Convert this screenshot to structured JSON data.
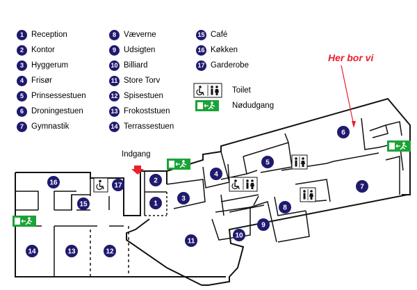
{
  "colors": {
    "navy": "#1f1a6e",
    "exit_green": "#1aa336",
    "accent_red": "#e8202a",
    "wall": "#111111"
  },
  "legend": [
    {
      "num": "1",
      "label": "Reception"
    },
    {
      "num": "2",
      "label": "Kontor"
    },
    {
      "num": "3",
      "label": "Hyggerum"
    },
    {
      "num": "4",
      "label": "Frisør"
    },
    {
      "num": "5",
      "label": "Prinsessestuen"
    },
    {
      "num": "6",
      "label": "Droningestuen"
    },
    {
      "num": "7",
      "label": "Gymnastik"
    },
    {
      "num": "8",
      "label": "Væverne"
    },
    {
      "num": "9",
      "label": "Udsigten"
    },
    {
      "num": "10",
      "label": "Billiard"
    },
    {
      "num": "11",
      "label": "Store Torv"
    },
    {
      "num": "12",
      "label": "Spisestuen"
    },
    {
      "num": "13",
      "label": "Frokoststuen"
    },
    {
      "num": "14",
      "label": "Terrassestuen"
    },
    {
      "num": "15",
      "label": "Café"
    },
    {
      "num": "16",
      "label": "Køkken"
    },
    {
      "num": "17",
      "label": "Garderobe"
    }
  ],
  "key": {
    "toilet": "Toilet",
    "exit": "Nødudgang",
    "toilet_icon": "wheelchair-and-people-icon",
    "exit_icon": "running-man-exit-icon"
  },
  "callout": "Her bor vi",
  "entrance": "Indgang",
  "rooms": {
    "r1": "1",
    "r2": "2",
    "r3": "3",
    "r4": "4",
    "r5": "5",
    "r6": "6",
    "r7": "7",
    "r8": "8",
    "r9": "9",
    "r10": "10",
    "r11": "11",
    "r12": "12",
    "r13": "13",
    "r14": "14",
    "r15": "15",
    "r16": "16",
    "r17": "17"
  }
}
